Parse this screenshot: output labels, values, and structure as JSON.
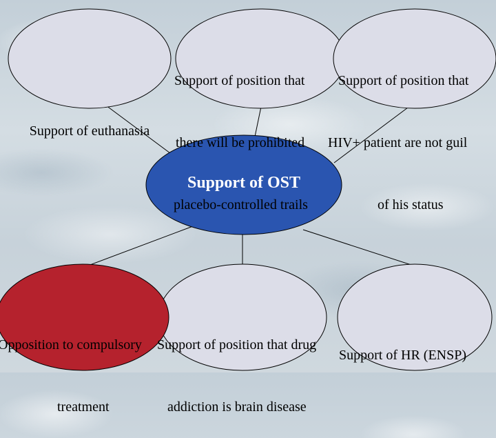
{
  "nodes": {
    "euthanasia": {
      "lines": [
        "",
        "Support of euthanasia",
        ""
      ]
    },
    "placebo": {
      "lines": [
        "Support of position that",
        "there will be prohibited",
        "placebo-controlled trails"
      ]
    },
    "hiv": {
      "lines": [
        "Support of position that",
        "HIV+ patient are not guil",
        "of his status"
      ]
    },
    "center": {
      "label": "Support of OST"
    },
    "compulsory": {
      "lines": [
        "Opposition to compulsory",
        "treatment"
      ]
    },
    "drug": {
      "lines": [
        "Support of position that drug",
        "addiction is brain disease"
      ]
    },
    "hr": {
      "lines": [
        "Support of HR (ENSP)"
      ]
    }
  },
  "colors": {
    "center_fill": "#2a55b0",
    "compulsory_fill": "#b5222d",
    "default_fill": "#dcdde8",
    "stroke": "#000000"
  }
}
